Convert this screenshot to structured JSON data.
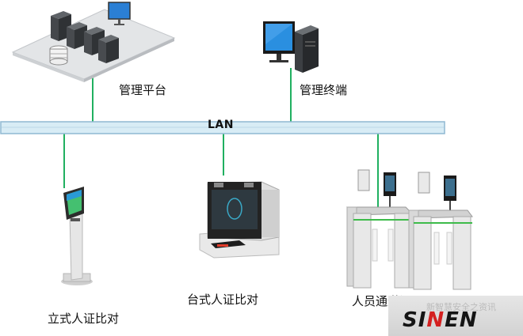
{
  "network": {
    "label": "LAN"
  },
  "nodes": {
    "platform": {
      "label": "管理平台"
    },
    "terminal": {
      "label": "管理终端"
    },
    "standing": {
      "label": "立式人证比对"
    },
    "desktop": {
      "label": "台式人证比对"
    },
    "gate": {
      "label": "人员通道闸"
    }
  },
  "watermark": {
    "caption": "新智慧安全之资讯",
    "logo_left": "SI",
    "logo_red": "N",
    "logo_right": "EN"
  },
  "colors": {
    "bus_fill": "#d8ecf5",
    "bus_stroke": "#8fb8d2",
    "link": "#20b060",
    "gate_accent": "#3dbb4a"
  }
}
